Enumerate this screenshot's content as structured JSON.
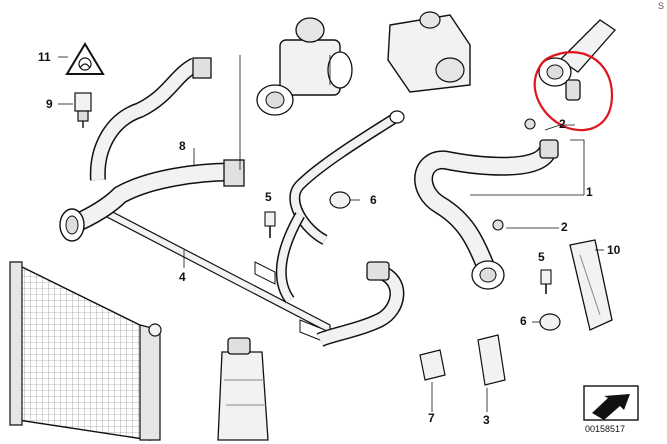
{
  "corner_mark": "S",
  "diagram_id": "00158517",
  "callouts": [
    {
      "id": "c11",
      "label": "11"
    },
    {
      "id": "c9",
      "label": "9"
    },
    {
      "id": "c8",
      "label": "8"
    },
    {
      "id": "c5a",
      "label": "5"
    },
    {
      "id": "c6a",
      "label": "6"
    },
    {
      "id": "c4",
      "label": "4"
    },
    {
      "id": "c2a",
      "label": "2"
    },
    {
      "id": "c1",
      "label": "1"
    },
    {
      "id": "c2b",
      "label": "2"
    },
    {
      "id": "c10",
      "label": "10"
    },
    {
      "id": "c5b",
      "label": "5"
    },
    {
      "id": "c6b",
      "label": "6"
    },
    {
      "id": "c7",
      "label": "7"
    },
    {
      "id": "c3",
      "label": "3"
    }
  ],
  "colors": {
    "line": "#1a1a1a",
    "highlight": "#e0141e",
    "part_fill": "#f2f2f2",
    "shade": "#c8c8c8"
  }
}
